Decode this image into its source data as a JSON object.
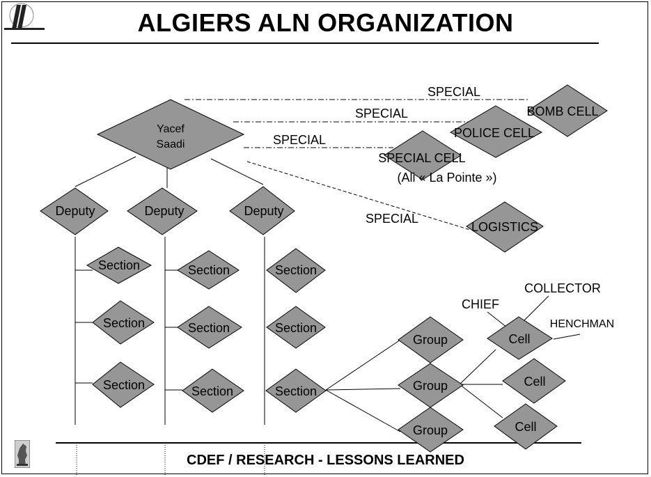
{
  "title": "ALGIERS ALN ORGANIZATION",
  "footer": "CDEF / RESEARCH - LESSONS LEARNED",
  "colors": {
    "node_fill": "#969696",
    "line": "#000000"
  },
  "icons": {
    "top_logo": "winged-emblem-icon",
    "bottom_logo": "knight-chess-piece-icon"
  },
  "leader": {
    "line1": "Yacef",
    "line2": "Saadi"
  },
  "deputies": [
    "Deputy",
    "Deputy",
    "Deputy"
  ],
  "sections": {
    "col1": [
      "Section",
      "Section",
      "Section"
    ],
    "col2": [
      "Section",
      "Section",
      "Section"
    ],
    "col3": [
      "Section",
      "Section",
      "Section"
    ]
  },
  "groups": [
    "Group",
    "Group",
    "Group"
  ],
  "cells": [
    "Cell",
    "Cell",
    "Cell"
  ],
  "cell_roles": {
    "chief": "CHIEF",
    "collector": "COLLECTOR",
    "henchman": "HENCHMAN"
  },
  "special_units": {
    "bomb_cell": "BOMB CELL",
    "police_cell": "POLICE CELL",
    "special_cell": "SPECIAL CELL",
    "special_cell_note": "(Ali « La Pointe »)",
    "logistics": "LOGISTICS"
  },
  "special_links": [
    "SPECIAL",
    "SPECIAL",
    "SPECIAL",
    "SPECIAL"
  ]
}
